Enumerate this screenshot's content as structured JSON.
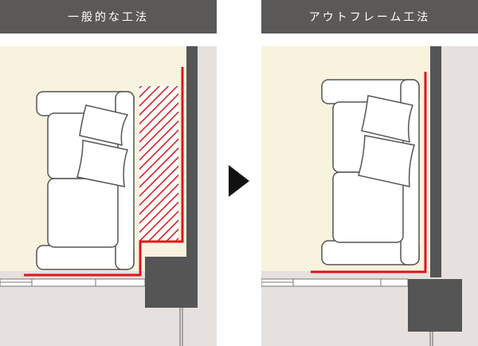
{
  "headers": {
    "left": "一般的な工法",
    "right": "アウトフレーム工法"
  },
  "colors": {
    "header_bg": "#5b5957",
    "room_floor": "#f7f3de",
    "outside": "#e6e1de",
    "column": "#555555",
    "furniture_stroke": "#555555",
    "boundary_line": "#e0131b",
    "arrow": "#111111"
  },
  "icons": {
    "arrow": "right-triangle-arrow",
    "sofa": "sofa-icon",
    "cushion": "cushion-icon"
  }
}
